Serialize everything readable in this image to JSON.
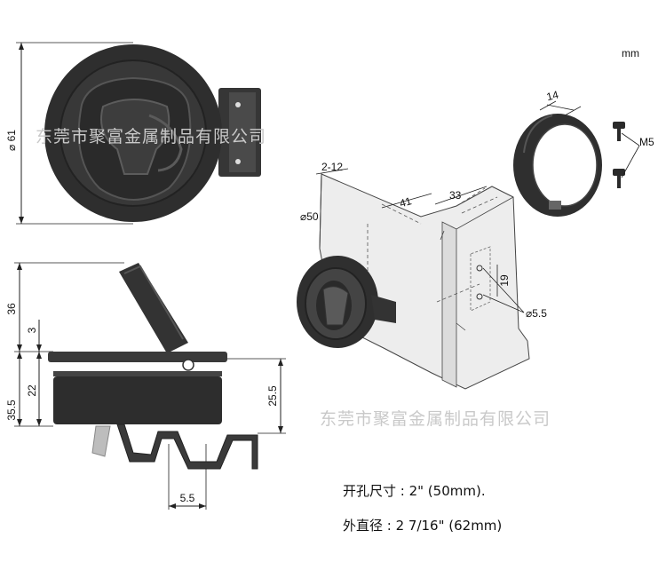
{
  "unit_label": "mm",
  "watermark": "东莞市聚富金属制品有限公司",
  "front_view": {
    "dia_label": "⌀ 61"
  },
  "side_view": {
    "dim_top": "36",
    "dim_lip": "3",
    "dim_body": "22",
    "dim_total": "35.5",
    "dim_right": "25.5",
    "dim_bottom": "5.5"
  },
  "iso_view": {
    "ring_width": "14",
    "screw": "M5",
    "thickness": "2-12",
    "hole_dia": "⌀50",
    "offset_41": "41",
    "offset_33": "33",
    "spacing": "19",
    "screw_hole": "⌀5.5"
  },
  "specs": {
    "cutout": "开孔尺寸 : 2\" (50mm).",
    "outer_dia": "外直径 : 2 7/16\" (62mm)"
  },
  "colors": {
    "part_dark": "#2b2b2b",
    "part_mid": "#3a3a3a",
    "plate": "#ececec",
    "line": "#222222"
  }
}
